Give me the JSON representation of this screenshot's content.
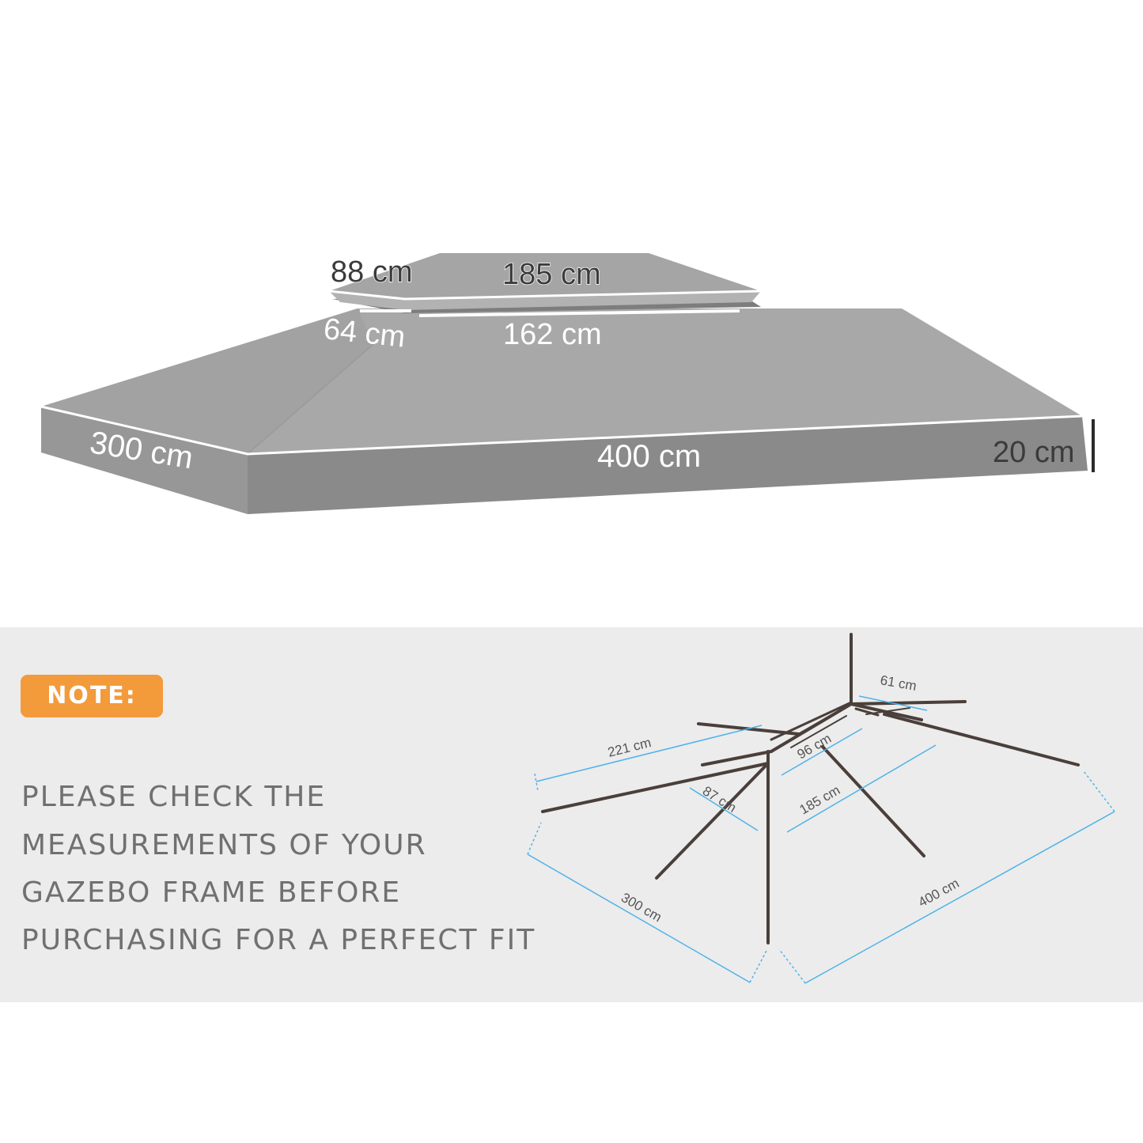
{
  "canopy": {
    "fill_colors": {
      "top": "#a9a9a9",
      "front": "#8e8e8e",
      "side": "#999999",
      "edge": "#ffffff",
      "text": "#3a3a3a"
    },
    "dims": {
      "top_short": "88 cm",
      "top_long": "185 cm",
      "vent_short": "64 cm",
      "vent_long": "162 cm",
      "depth": "300 cm",
      "width": "400 cm",
      "height": "20 cm"
    }
  },
  "note": {
    "badge": "NOTE:",
    "badge_color": "#f39a3b",
    "lines": [
      "PLEASE CHECK THE",
      "MEASUREMENTS OF YOUR",
      "GAZEBO FRAME BEFORE",
      "PURCHASING FOR A PERFECT FIT"
    ]
  },
  "frame": {
    "pole_color": "#4a3f3a",
    "dim_color": "#4fb3e8",
    "dims": {
      "a": "61 cm",
      "b": "221 cm",
      "c": "96 cm",
      "d": "87 cm",
      "e": "185 cm",
      "f": "300 cm",
      "g": "400 cm"
    }
  }
}
